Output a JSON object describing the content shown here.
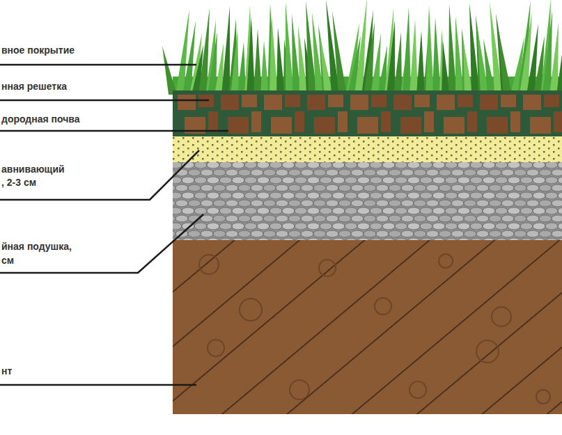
{
  "diagram": {
    "labels": [
      "вное покрытие",
      "нная решетка",
      "дородная почва",
      "авнивающий",
      ", 2-3 см",
      "йная подушка,",
      "см",
      "нт"
    ]
  }
}
